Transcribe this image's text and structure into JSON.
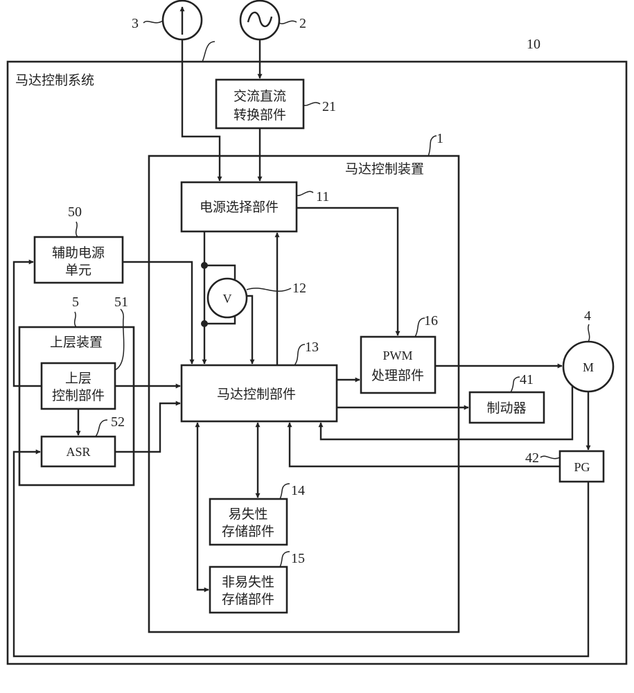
{
  "diagram": {
    "system_label": "马达控制系统",
    "device_label": "马达控制装置",
    "refs": {
      "system": "10",
      "device": "1",
      "dc_source": "3",
      "ac_source": "2",
      "ac_dc": "21",
      "power_select": "11",
      "voltmeter": "12",
      "motor_ctrl": "13",
      "volatile": "14",
      "nonvolatile": "15",
      "pwm": "16",
      "motor": "4",
      "brake": "41",
      "pg": "42",
      "aux_power": "50",
      "upper_device": "5",
      "upper_ctrl": "51",
      "asr": "52"
    },
    "blocks": {
      "ac_dc": [
        "交流直流",
        "转换部件"
      ],
      "power_select": "电源选择部件",
      "motor_ctrl": "马达控制部件",
      "pwm": [
        "PWM",
        "处理部件"
      ],
      "brake": "制动器",
      "pg": "PG",
      "aux_power": [
        "辅助电源",
        "单元"
      ],
      "upper_device": "上层装置",
      "upper_ctrl": [
        "上层",
        "控制部件"
      ],
      "asr": "ASR",
      "volatile": [
        "易失性",
        "存储部件"
      ],
      "nonvolatile": [
        "非易失性",
        "存储部件"
      ]
    },
    "symbols": {
      "voltmeter": "V",
      "motor": "M"
    }
  }
}
